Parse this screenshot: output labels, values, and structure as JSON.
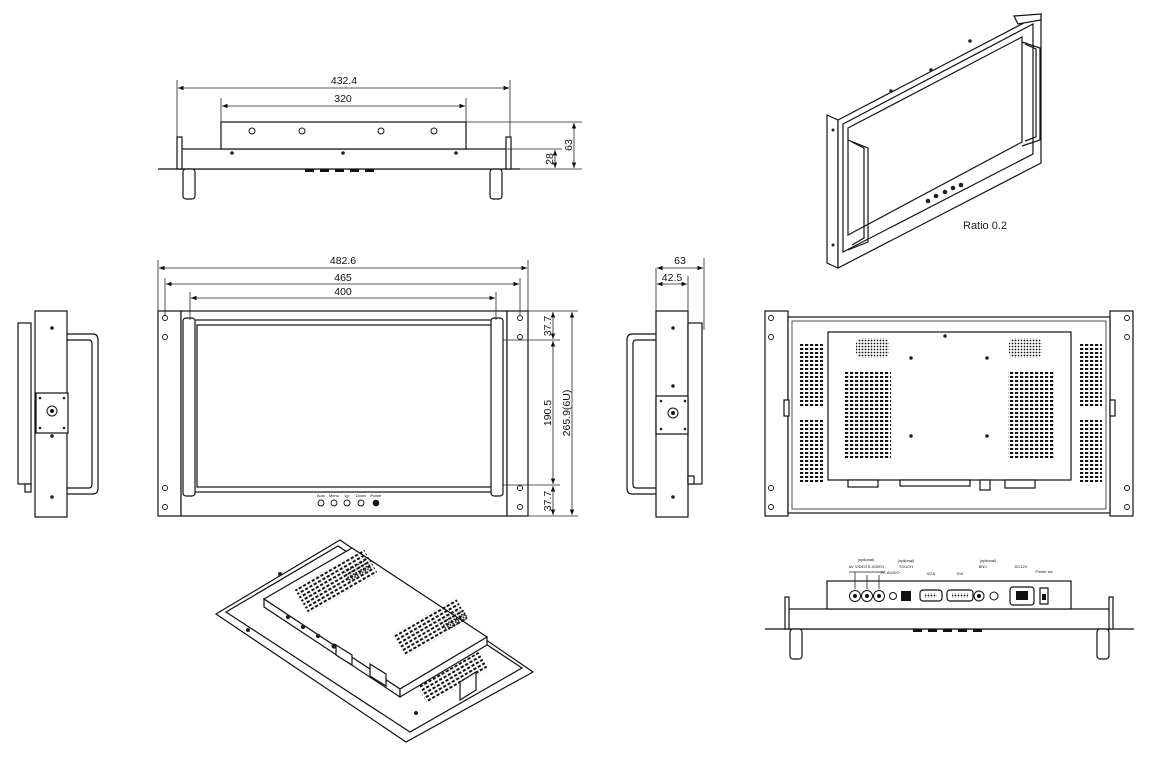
{
  "dimensions": {
    "top_overall": "432.4",
    "top_inner": "320",
    "top_height_small": "28",
    "top_height_total": "63",
    "front_rack_width": "482.6",
    "front_hole_spacing": "465",
    "front_screen_width": "400",
    "front_top_margin": "37.7",
    "front_screen_height": "190.5",
    "front_total_height": "265.9(6U)",
    "front_bottom_margin": "37.7",
    "side_depth": "63",
    "side_inner_depth": "42.5"
  },
  "ratio_label": "Ratio 0.2",
  "front_buttons": [
    "Auto",
    "Menu",
    "Up",
    "Down",
    "Power"
  ],
  "port_labels": [
    "(optional)",
    "AV VIDEO",
    "S-VIDEO",
    "PC AUDIO",
    "(optional)",
    "TOUCH",
    "VGA",
    "DVI",
    "(optional)",
    "BNC",
    "DC12V",
    "Power sw"
  ]
}
